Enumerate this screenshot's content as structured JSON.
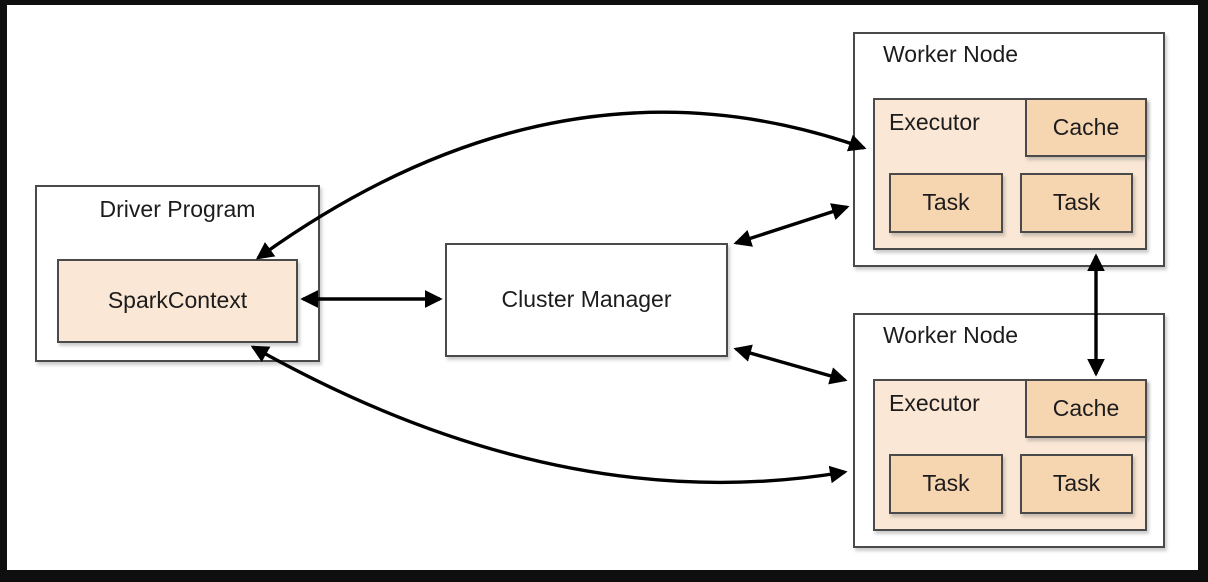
{
  "diagram": {
    "type": "architecture-diagram",
    "colors": {
      "frame": "#0f0f0f",
      "canvas_background": "#ffffff",
      "box_border": "#4a4a4a",
      "fill_light_peach": "#FAE7D5",
      "fill_medium_peach": "#F6D5B1",
      "arrow": "#000000",
      "text": "#1c1c1c"
    },
    "nodes": {
      "driver": {
        "label": "Driver Program",
        "spark_context_label": "SparkContext"
      },
      "cluster_manager": {
        "label": "Cluster Manager"
      },
      "workers": [
        {
          "label": "Worker Node",
          "executor_label": "Executor",
          "cache_label": "Cache",
          "tasks": [
            "Task",
            "Task"
          ]
        },
        {
          "label": "Worker Node",
          "executor_label": "Executor",
          "cache_label": "Cache",
          "tasks": [
            "Task",
            "Task"
          ]
        }
      ]
    },
    "connections": [
      "SparkContext <-> Cluster Manager",
      "Cluster Manager <-> Worker Node (top)",
      "Cluster Manager <-> Worker Node (bottom)",
      "Worker Node (top) <-> Worker Node (bottom)",
      "SparkContext <-> Executor (top worker, curved)",
      "SparkContext <-> Worker Node (bottom worker, curved)"
    ]
  }
}
